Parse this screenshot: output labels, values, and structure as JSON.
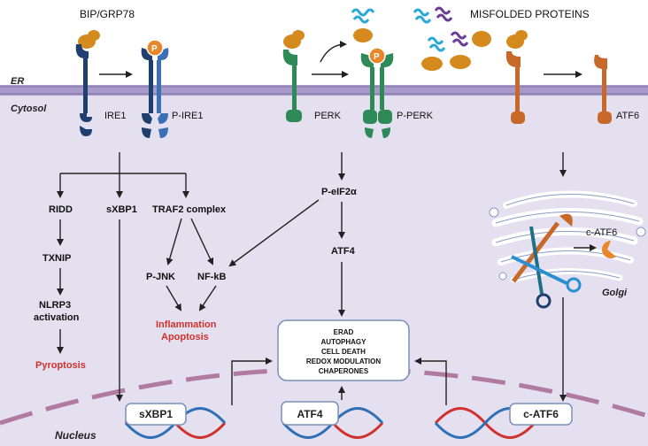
{
  "labels": {
    "bip": "BIP/GRP78",
    "misfolded": "MISFOLDED PROTEINS",
    "er": "ER",
    "cytosol": "Cytosol",
    "nucleus": "Nucleus",
    "golgi": "Golgi",
    "ire1": "IRE1",
    "p_ire1": "P-IRE1",
    "perk": "PERK",
    "p_perk": "P-PERK",
    "atf6": "ATF6",
    "p_mark": "P",
    "ridd": "RIDD",
    "sxbp1": "sXBP1",
    "traf2": "TRAF2 complex",
    "txnip": "TXNIP",
    "nlrp3_line1": "NLRP3",
    "nlrp3_line2": "activation",
    "pyroptosis": "Pyroptosis",
    "pjnk": "P-JNK",
    "nfkb": "NF-kB",
    "inflammation": "Inflammation",
    "apoptosis": "Apoptosis",
    "peif2a": "P-eIF2α",
    "atf4": "ATF4",
    "c_atf6": "c-ATF6",
    "nuc_sxbp1": "sXBP1",
    "nuc_atf4": "ATF4",
    "nuc_catf6": "c-ATF6"
  },
  "outcomes": [
    "ERAD",
    "AUTOPHAGY",
    "CELL DEATH",
    "REDOX MODULATION",
    "CHAPERONES"
  ],
  "colors": {
    "cytosol": "#e4e0ef",
    "membrane": "#a99bc9",
    "ire1": "#1f3f6e",
    "ire1_light": "#3b6fb6",
    "perk": "#2e8b57",
    "atf6": "#c8692a",
    "bip": "#d48a1c",
    "phospho": "#e8862a",
    "misfold_blue": "#2aa9d8",
    "misfold_purple": "#6a3d9a",
    "dna_red": "#d0312d",
    "dna_blue": "#2f6fb6",
    "nuclear_envelope": "#b07aa1",
    "inflammation_text": "#d0312d"
  }
}
